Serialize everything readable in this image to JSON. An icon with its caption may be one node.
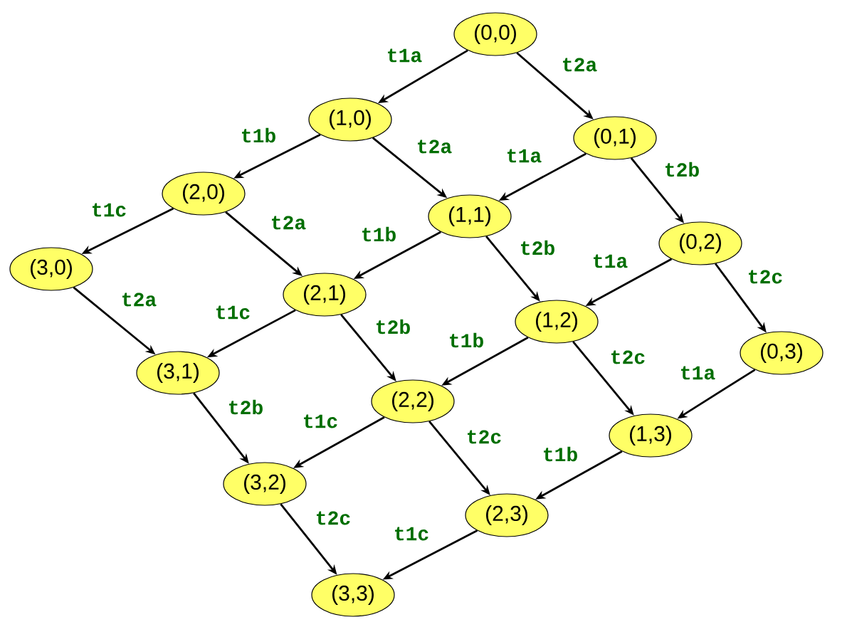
{
  "diagram": {
    "nodes": [
      {
        "text": [
          "(0,0)"
        ]
      },
      {
        "text": [
          "(0,1)"
        ]
      },
      {
        "text": [
          "(0,2)"
        ]
      },
      {
        "text": [
          "(0,3)"
        ]
      },
      {
        "text": [
          "(1,0)"
        ]
      },
      {
        "text": [
          "(1,1)"
        ]
      },
      {
        "text": [
          "(1,2)"
        ]
      },
      {
        "text": [
          "(1,3)"
        ]
      },
      {
        "text": [
          "(2,0)"
        ]
      },
      {
        "text": [
          "(2,1)"
        ]
      },
      {
        "text": [
          "(2,2)"
        ]
      },
      {
        "text": [
          "(2,3)"
        ]
      },
      {
        "text": [
          "(3,0)"
        ]
      },
      {
        "text": [
          "(3,1)"
        ]
      },
      {
        "text": [
          "(3,2)"
        ]
      },
      {
        "text": [
          "(3,3)"
        ]
      }
    ],
    "edges": [
      {
        "from": 0,
        "to": 4,
        "arrow": "to",
        "label": "t1a"
      },
      {
        "from": 1,
        "to": 5,
        "arrow": "to",
        "label": "t1a"
      },
      {
        "from": 2,
        "to": 6,
        "arrow": "to",
        "label": "t1a"
      },
      {
        "from": 3,
        "to": 7,
        "arrow": "to",
        "label": "t1a"
      },
      {
        "from": 4,
        "to": 8,
        "arrow": "to",
        "label": "t1b"
      },
      {
        "from": 5,
        "to": 9,
        "arrow": "to",
        "label": "t1b"
      },
      {
        "from": 6,
        "to": 10,
        "arrow": "to",
        "label": "t1b"
      },
      {
        "from": 7,
        "to": 11,
        "arrow": "to",
        "label": "t1b"
      },
      {
        "from": 8,
        "to": 12,
        "arrow": "to",
        "label": "t1c"
      },
      {
        "from": 9,
        "to": 13,
        "arrow": "to",
        "label": "t1c"
      },
      {
        "from": 10,
        "to": 14,
        "arrow": "to",
        "label": "t1c"
      },
      {
        "from": 11,
        "to": 15,
        "arrow": "to",
        "label": "t1c"
      },
      {
        "from": 0,
        "to": 1,
        "arrow": "to",
        "label": "t2a"
      },
      {
        "from": 4,
        "to": 5,
        "arrow": "to",
        "label": "t2a"
      },
      {
        "from": 8,
        "to": 9,
        "arrow": "to",
        "label": "t2a"
      },
      {
        "from": 12,
        "to": 13,
        "arrow": "to",
        "label": "t2a"
      },
      {
        "from": 1,
        "to": 2,
        "arrow": "to",
        "label": "t2b"
      },
      {
        "from": 5,
        "to": 6,
        "arrow": "to",
        "label": "t2b"
      },
      {
        "from": 9,
        "to": 10,
        "arrow": "to",
        "label": "t2b"
      },
      {
        "from": 13,
        "to": 14,
        "arrow": "to",
        "label": "t2b"
      },
      {
        "from": 2,
        "to": 3,
        "arrow": "to",
        "label": "t2c"
      },
      {
        "from": 6,
        "to": 7,
        "arrow": "to",
        "label": "t2c"
      },
      {
        "from": 10,
        "to": 11,
        "arrow": "to",
        "label": "t2c"
      },
      {
        "from": 14,
        "to": 15,
        "arrow": "to",
        "label": "t2c"
      }
    ]
  }
}
